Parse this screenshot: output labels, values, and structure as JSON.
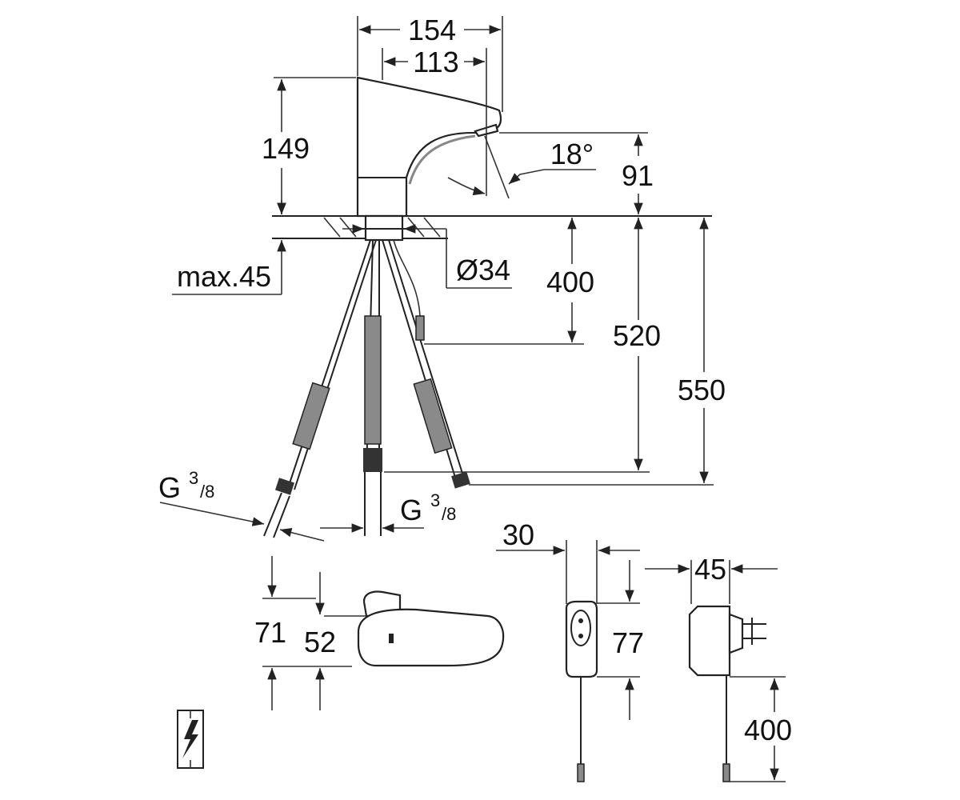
{
  "dimensions": {
    "width_total": "154",
    "width_spout": "113",
    "height_faucet": "149",
    "angle": "18°",
    "outlet_height": "91",
    "max_thickness": "max.45",
    "hole_diameter": "Ø34",
    "cable_length": "400",
    "hose_length_520": "520",
    "hose_length_550": "550",
    "thread_left_base": "G",
    "thread_right_base": "G",
    "thread_sup": "3",
    "thread_sub": "/8",
    "box_height_71": "71",
    "box_height_52": "52",
    "sensor_width": "30",
    "sensor_height": "77",
    "adapter_width": "45",
    "adapter_cable": "400"
  },
  "icons": [
    "electric-warning-icon"
  ],
  "colors": {
    "line": "#222222",
    "background": "#ffffff"
  }
}
